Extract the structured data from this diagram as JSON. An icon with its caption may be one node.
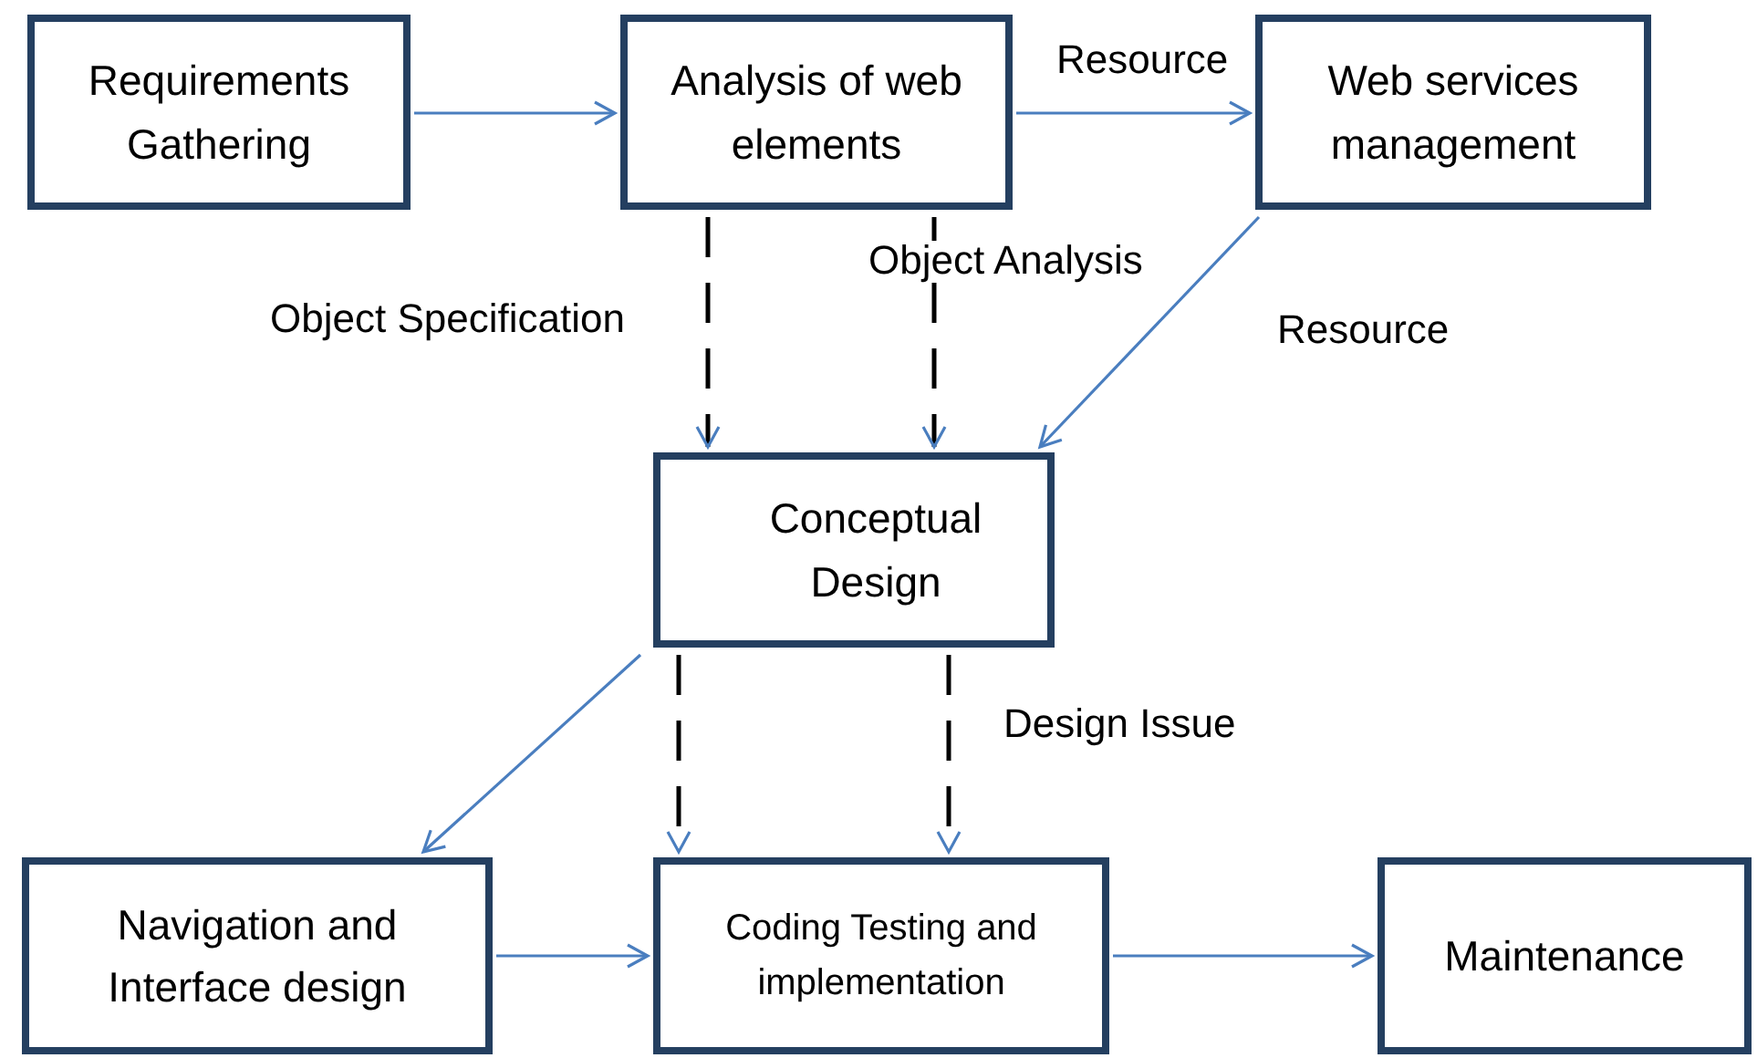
{
  "diagram": {
    "nodes": [
      {
        "text": [
          "Requirements Gathering"
        ]
      },
      {
        "text": [
          "Analysis of web elements"
        ]
      },
      {
        "text": [
          "Web services management"
        ]
      },
      {
        "text": [
          "Conceptual Design"
        ]
      },
      {
        "text": [
          "Navigation and Interface design"
        ]
      },
      {
        "text": [
          "Coding Testing and implementation"
        ]
      },
      {
        "text": [
          "Maintenance"
        ]
      }
    ],
    "edges": [
      {
        "from": 0,
        "to": 1,
        "arrow": "to"
      },
      {
        "from": 1,
        "to": 2,
        "arrow": "to",
        "label": "Resource"
      },
      {
        "from": 1,
        "to": 3,
        "arrow": "to",
        "label": "Object Specification",
        "style": "dashed",
        "color": "#000000"
      },
      {
        "from": 1,
        "to": 3,
        "arrow": "to",
        "label": "Object Analysis",
        "style": "dashed",
        "color": "#000000"
      },
      {
        "from": 2,
        "to": 3,
        "arrow": "to",
        "label": "Resource"
      },
      {
        "from": 3,
        "to": 4,
        "arrow": "to"
      },
      {
        "from": 3,
        "to": 5,
        "arrow": "to",
        "style": "dashed",
        "color": "#000000"
      },
      {
        "from": 3,
        "to": 5,
        "arrow": "to",
        "label": "Design Issue",
        "style": "dashed",
        "color": "#000000"
      },
      {
        "from": 4,
        "to": 5,
        "arrow": "to"
      },
      {
        "from": 5,
        "to": 6,
        "arrow": "to"
      }
    ]
  }
}
